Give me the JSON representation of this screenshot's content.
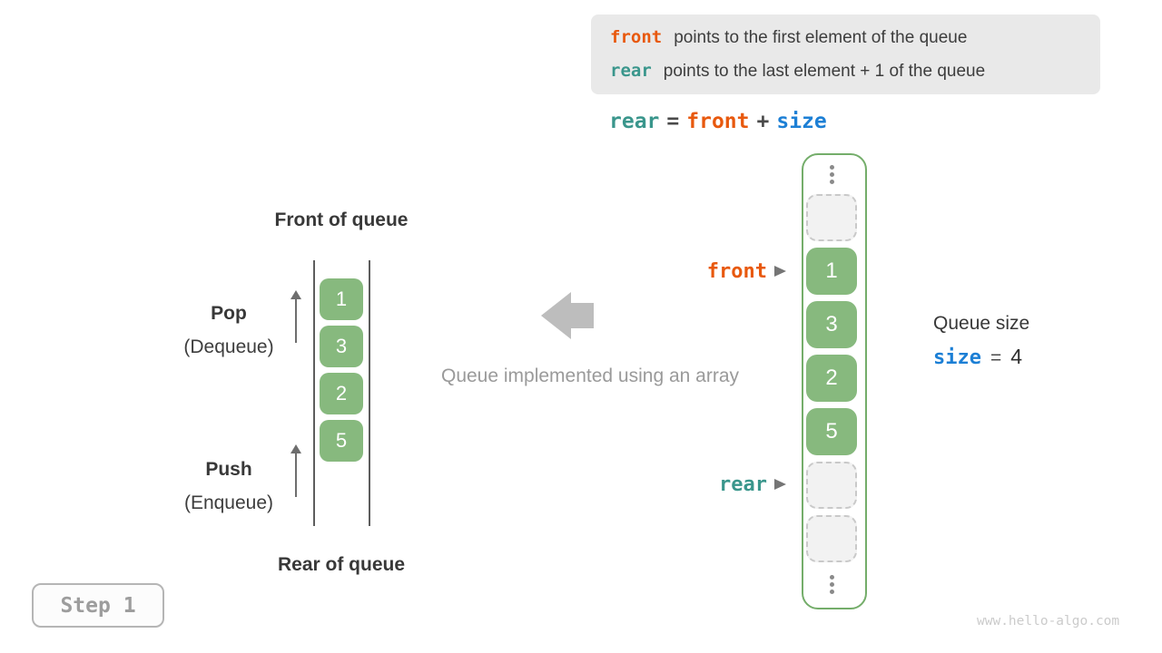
{
  "colors": {
    "front_orange": "#e8590e",
    "rear_teal": "#3a968c",
    "size_blue": "#1c7fd5",
    "cell_green": "#87b97e",
    "frame_green": "#74ad6a",
    "info_box_gray": "#e9e9e9",
    "arrow_gray": "#bdbdbd"
  },
  "info_box": {
    "lines": [
      {
        "keyword": "front",
        "text": "points to the first element of the queue"
      },
      {
        "keyword": "rear",
        "text": "points to the last element + 1 of the queue"
      }
    ]
  },
  "formula": {
    "lhs": "rear",
    "eq": "=",
    "rhs1": "front",
    "plus": "+",
    "rhs2": "size"
  },
  "left_queue": {
    "front_label": "Front of queue",
    "rear_label": "Rear of queue",
    "pop_title": "Pop",
    "pop_subtitle": "(Dequeue)",
    "push_title": "Push",
    "push_subtitle": "(Enqueue)",
    "items": [
      "1",
      "3",
      "2",
      "5"
    ]
  },
  "center_caption": "Queue implemented using an array",
  "array_view": {
    "front_pointer": "front",
    "rear_pointer": "rear",
    "values": [
      "1",
      "3",
      "2",
      "5"
    ]
  },
  "queue_size": {
    "label": "Queue size",
    "var": "size",
    "eq": "=",
    "value": "4"
  },
  "step_label": "Step 1",
  "watermark": "www.hello-algo.com"
}
